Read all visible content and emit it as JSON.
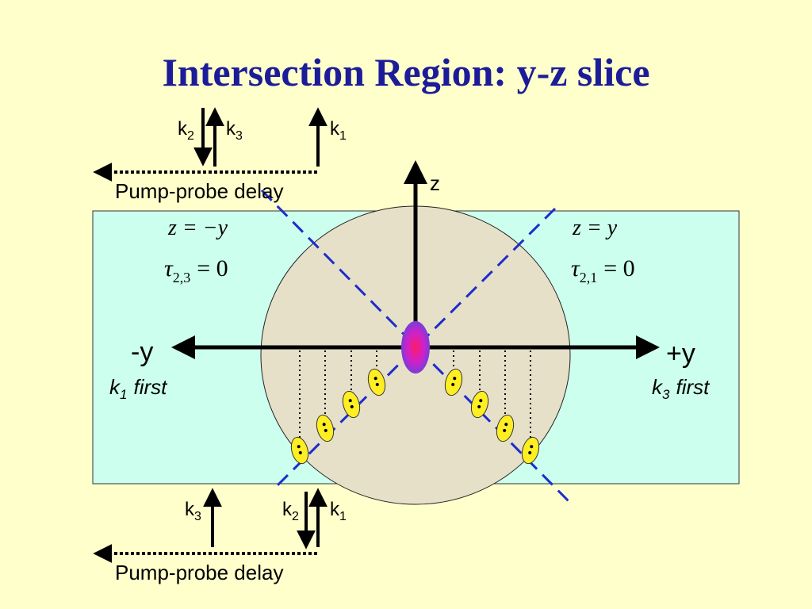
{
  "slide": {
    "title": "Intersection Region: y-z slice"
  },
  "colors": {
    "background": "#ffffcc",
    "title": "#1c1c99",
    "region_fill": "#ccffee",
    "ellipse_fill": "#e6e0c8",
    "dashed_lines": "#1f2ccc",
    "molecules": "#ffee22",
    "center_spot": "#dd22aa"
  },
  "top_beams": {
    "k2": {
      "letter": "k",
      "sub": "2"
    },
    "k3": {
      "letter": "k",
      "sub": "3"
    },
    "k1": {
      "letter": "k",
      "sub": "1"
    },
    "delay_label": "Pump-probe delay"
  },
  "bottom_beams": {
    "k3": {
      "letter": "k",
      "sub": "3"
    },
    "k2": {
      "letter": "k",
      "sub": "2"
    },
    "k1": {
      "letter": "k",
      "sub": "1"
    },
    "delay_label": "Pump-probe delay"
  },
  "axes": {
    "z_label": "z",
    "minus_y_label": "-y",
    "plus_y_label": "+y"
  },
  "left_notes": {
    "eq_line": "z = −y",
    "tau_symbol": "τ",
    "tau_sub": "2,3",
    "tau_rhs": "= 0",
    "first_k": "k",
    "first_sub": "1",
    "first_word": "first"
  },
  "right_notes": {
    "eq_line": "z = y",
    "tau_symbol": "τ",
    "tau_sub": "2,1",
    "tau_rhs": "= 0",
    "first_k": "k",
    "first_sub": "3",
    "first_word": "first"
  }
}
